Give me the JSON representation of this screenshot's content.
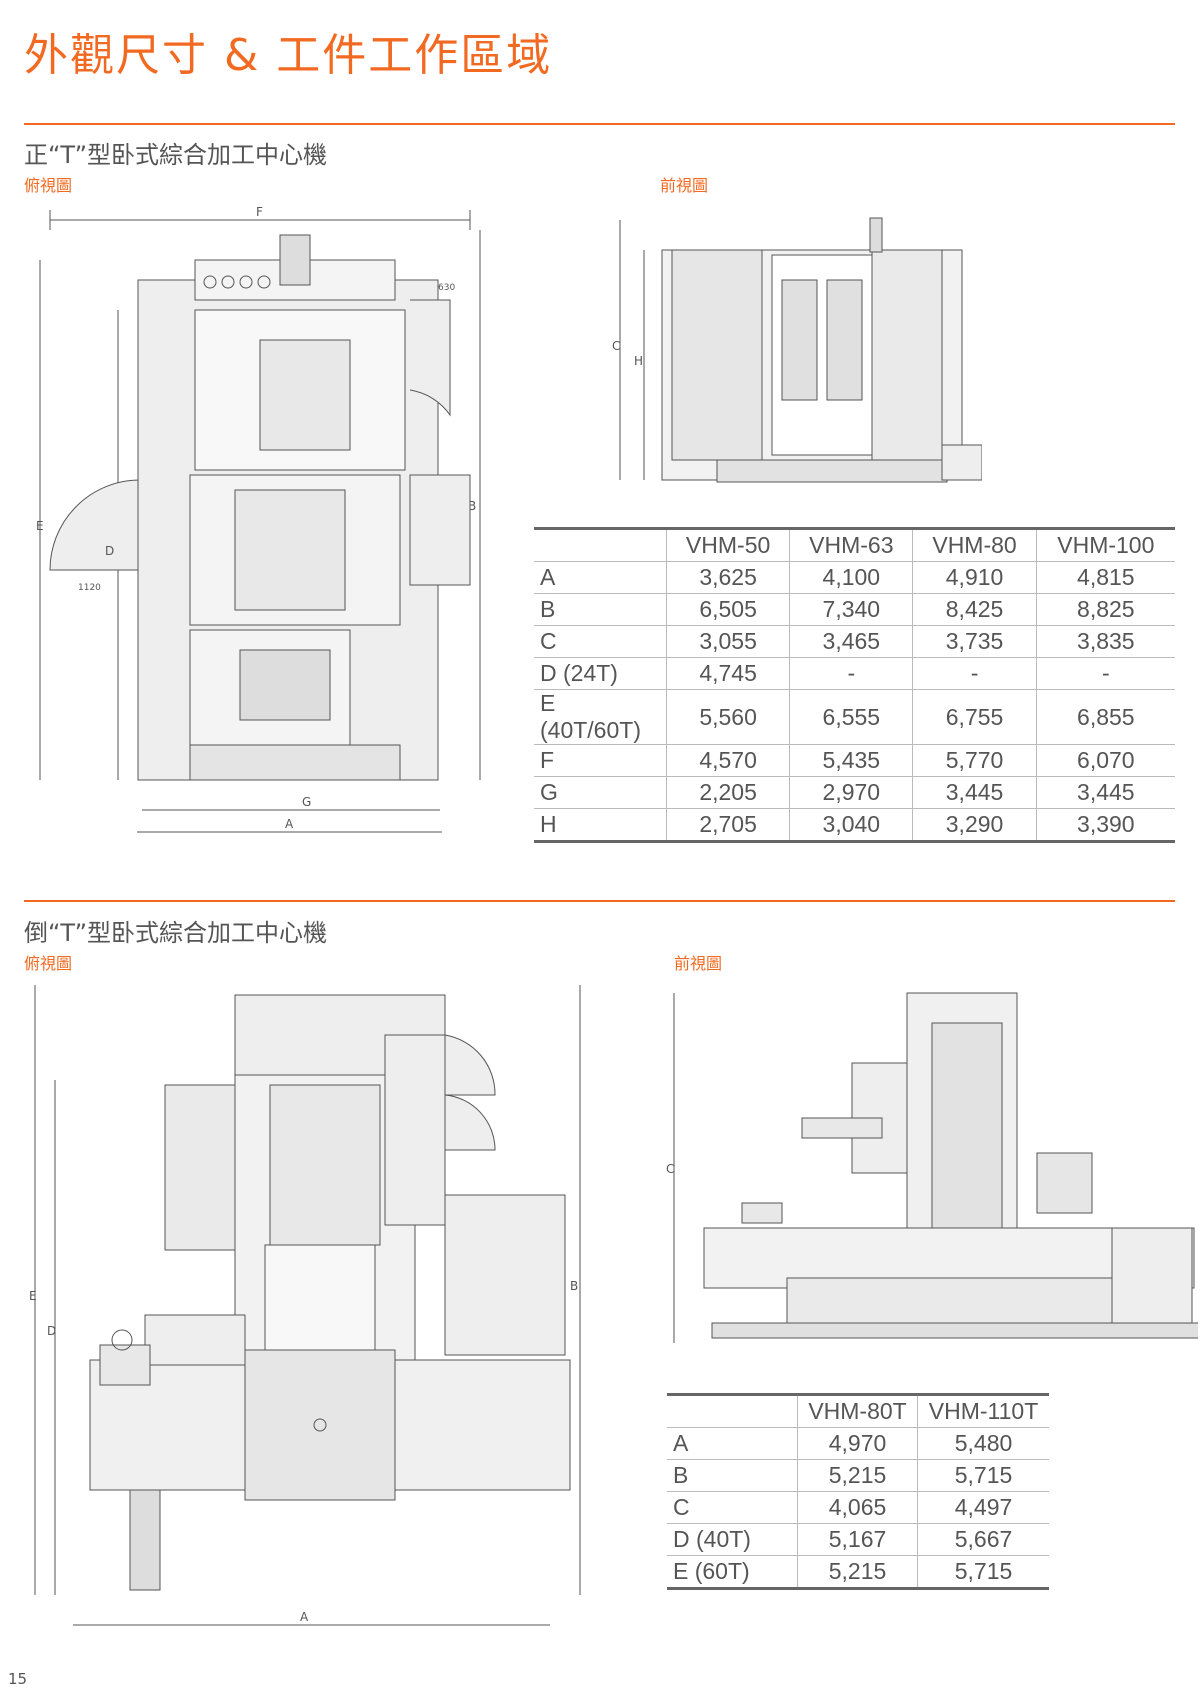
{
  "page_title": "外觀尺寸 & 工件工作區域",
  "page_number": "15",
  "accent_color": "#f26a21",
  "section1": {
    "title": "正“T”型卧式綜合加工中心機",
    "top_view_label": "俯視圖",
    "front_view_label": "前視圖",
    "top_dims": {
      "F": "F",
      "E": "E",
      "D": "D",
      "B": "B",
      "G": "G",
      "A": "A",
      "d1120": "1120",
      "d630": "630"
    },
    "front_dims": {
      "C": "C",
      "H": "H"
    },
    "table": {
      "headers": [
        "",
        "VHM-50",
        "VHM-63",
        "VHM-80",
        "VHM-100"
      ],
      "rows": [
        [
          "A",
          "3,625",
          "4,100",
          "4,910",
          "4,815"
        ],
        [
          "B",
          "6,505",
          "7,340",
          "8,425",
          "8,825"
        ],
        [
          "C",
          "3,055",
          "3,465",
          "3,735",
          "3,835"
        ],
        [
          "D (24T)",
          "4,745",
          "-",
          "-",
          "-"
        ],
        [
          "E (40T/60T)",
          "5,560",
          "6,555",
          "6,755",
          "6,855"
        ],
        [
          "F",
          "4,570",
          "5,435",
          "5,770",
          "6,070"
        ],
        [
          "G",
          "2,205",
          "2,970",
          "3,445",
          "3,445"
        ],
        [
          "H",
          "2,705",
          "3,040",
          "3,290",
          "3,390"
        ]
      ]
    }
  },
  "section2": {
    "title": "倒“T”型卧式綜合加工中心機",
    "top_view_label": "俯視圖",
    "front_view_label": "前視圖",
    "top_dims": {
      "E": "E",
      "D": "D",
      "B": "B",
      "A": "A"
    },
    "front_dims": {
      "C": "C"
    },
    "table": {
      "headers": [
        "",
        "VHM-80T",
        "VHM-110T"
      ],
      "rows": [
        [
          "A",
          "4,970",
          "5,480"
        ],
        [
          "B",
          "5,215",
          "5,715"
        ],
        [
          "C",
          "4,065",
          "4,497"
        ],
        [
          "D (40T)",
          "5,167",
          "5,667"
        ],
        [
          "E (60T)",
          "5,215",
          "5,715"
        ]
      ]
    }
  }
}
